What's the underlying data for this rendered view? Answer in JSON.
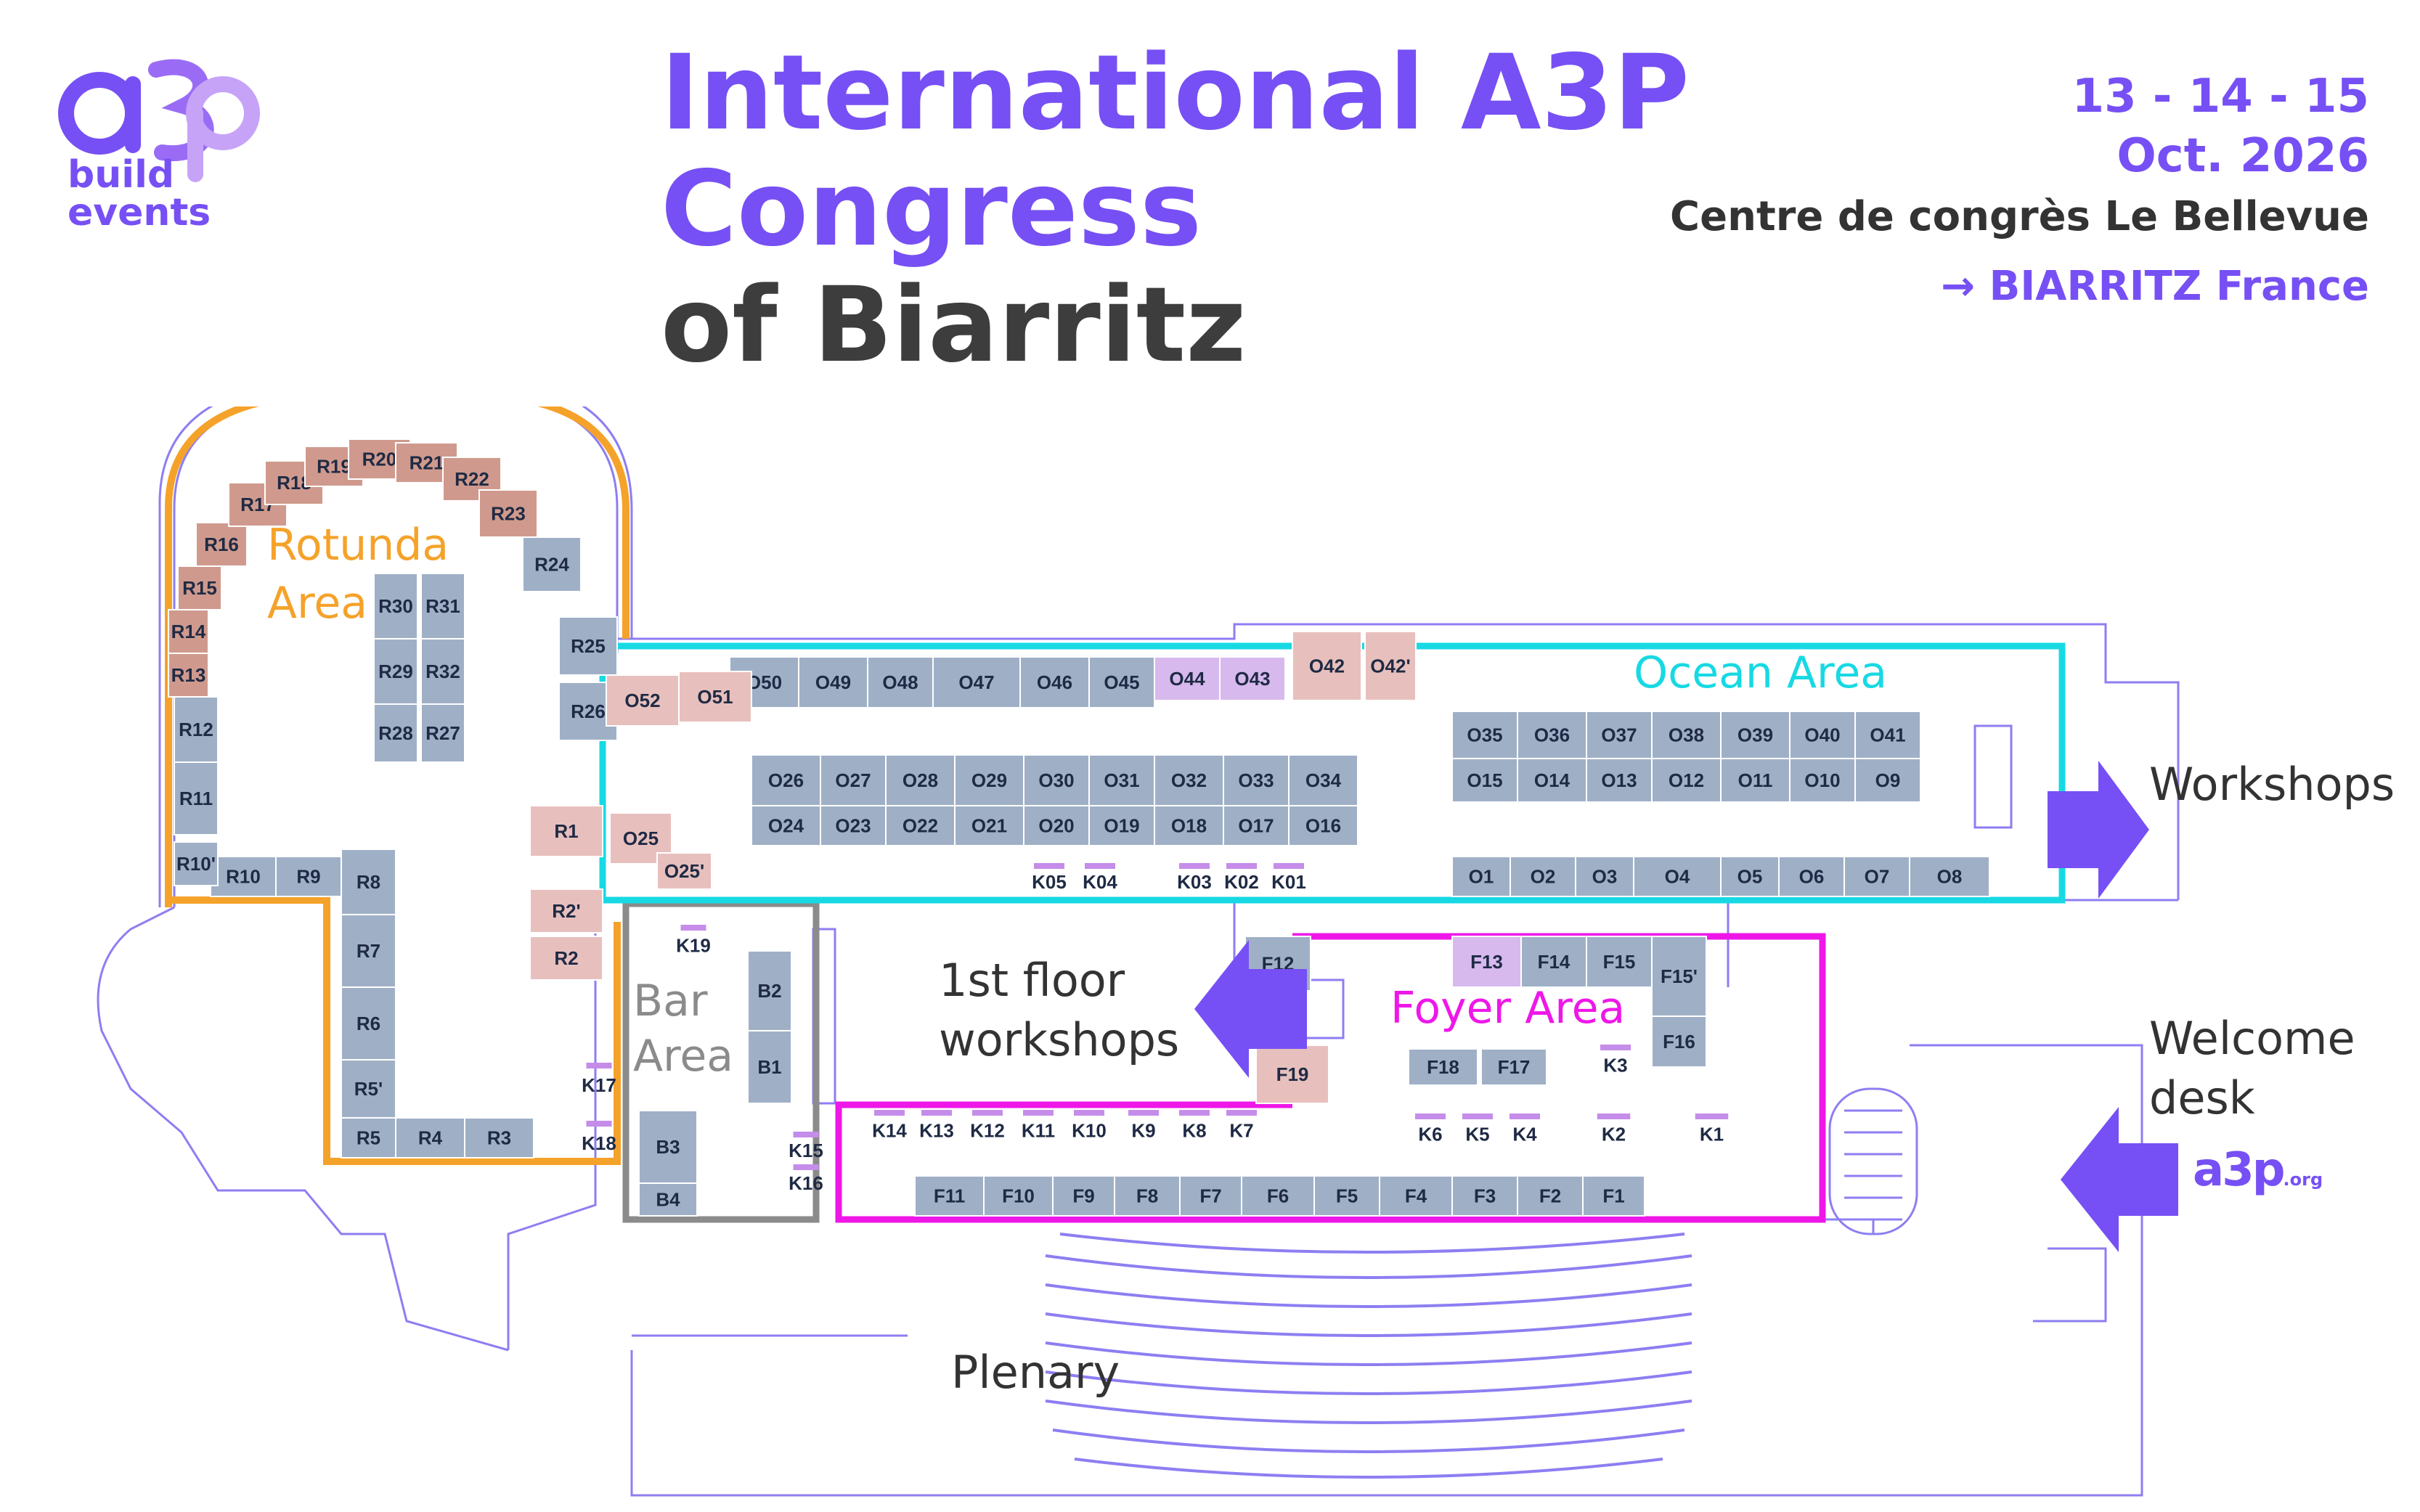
{
  "logo": {
    "mark": "a3p",
    "line1": "build",
    "line2": "events"
  },
  "title": {
    "line1": "International A3P",
    "line2": "Congress",
    "line3": "of Biarritz"
  },
  "event": {
    "dates": "13 - 14 - 15",
    "month": "Oct. 2026",
    "venue": "Centre de congrès Le Bellevue",
    "city": "→ BIARRITZ France"
  },
  "areas": {
    "rotunda_line1": "Rotunda",
    "rotunda_line2": "Area",
    "bar_line1": "Bar",
    "bar_line2": "Area",
    "ocean": "Ocean Area",
    "foyer": "Foyer Area"
  },
  "labels": {
    "workshops": "Workshops",
    "welcome_line1": "Welcome",
    "welcome_line2": "desk",
    "plenary": "Plenary",
    "first_floor_line1": "1st floor",
    "first_floor_line2": "workshops"
  },
  "welcome_logo": {
    "mark": "a3p",
    "suffix": ".org"
  },
  "colors": {
    "brand": "#7650f4",
    "rotunda": "#f5a22a",
    "bar": "#8b8b8b",
    "ocean": "#17d9e3",
    "foyer": "#ee17e8",
    "booth": "#9fb0c6",
    "booth_pink": "#e7c0bd",
    "booth_rotunda": "#cf9a8d",
    "booth_purple": "#d7b9ee",
    "walls": "#8d7ef2"
  },
  "icons": {
    "workshops_arrow": "arrow-right-icon",
    "welcome_arrow": "arrow-left-icon",
    "first_floor_arrow": "arrow-left-icon",
    "entrance_arrow": "arrow-right-icon"
  },
  "booths": {
    "rotunda": [
      "R1",
      "R2",
      "R2'",
      "R3",
      "R4",
      "R5",
      "R5'",
      "R6",
      "R7",
      "R8",
      "R9",
      "R10",
      "R10'",
      "R11",
      "R12",
      "R13",
      "R14",
      "R15",
      "R16",
      "R17",
      "R18",
      "R19",
      "R20",
      "R21",
      "R22",
      "R23",
      "R24",
      "R25",
      "R26",
      "R27",
      "R28",
      "R29",
      "R30",
      "R31",
      "R32"
    ],
    "ocean": [
      "O1",
      "O2",
      "O3",
      "O4",
      "O5",
      "O6",
      "O7",
      "O8",
      "O9",
      "O10",
      "O11",
      "O12",
      "O13",
      "O14",
      "O15",
      "O16",
      "O17",
      "O18",
      "O19",
      "O20",
      "O21",
      "O22",
      "O23",
      "O24",
      "O25",
      "O25'",
      "O26",
      "O27",
      "O28",
      "O29",
      "O30",
      "O31",
      "O32",
      "O33",
      "O34",
      "O35",
      "O36",
      "O37",
      "O38",
      "O39",
      "O40",
      "O41",
      "O42",
      "O42'",
      "O43",
      "O44",
      "O45",
      "O46",
      "O47",
      "O48",
      "O49",
      "O50",
      "O51",
      "O52"
    ],
    "kiosks_ocean": [
      "K01",
      "K02",
      "K03",
      "K04",
      "K05"
    ],
    "bar": [
      "B1",
      "B2",
      "B3",
      "B4"
    ],
    "kiosks": [
      "K1",
      "K2",
      "K3",
      "K4",
      "K5",
      "K6",
      "K7",
      "K8",
      "K9",
      "K10",
      "K11",
      "K12",
      "K13",
      "K14",
      "K15",
      "K16",
      "K17",
      "K18",
      "K19"
    ],
    "foyer": [
      "F1",
      "F2",
      "F3",
      "F4",
      "F5",
      "F6",
      "F7",
      "F8",
      "F9",
      "F10",
      "F11",
      "F12",
      "F13",
      "F14",
      "F15",
      "F15'",
      "F16",
      "F17",
      "F18",
      "F19"
    ]
  }
}
